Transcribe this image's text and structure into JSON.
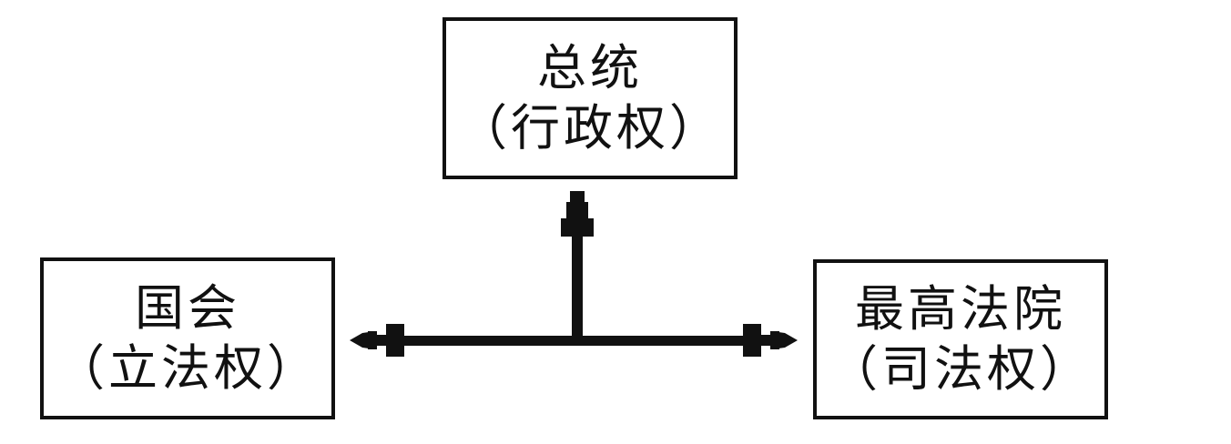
{
  "nodes": {
    "president": {
      "name": "总统",
      "power": "（行政权）"
    },
    "congress": {
      "name": "国会",
      "power": "（立法权）"
    },
    "court": {
      "name": "最高法院",
      "power": "（司法权）"
    }
  },
  "colors": {
    "stroke": "#111111",
    "background": "#ffffff"
  }
}
